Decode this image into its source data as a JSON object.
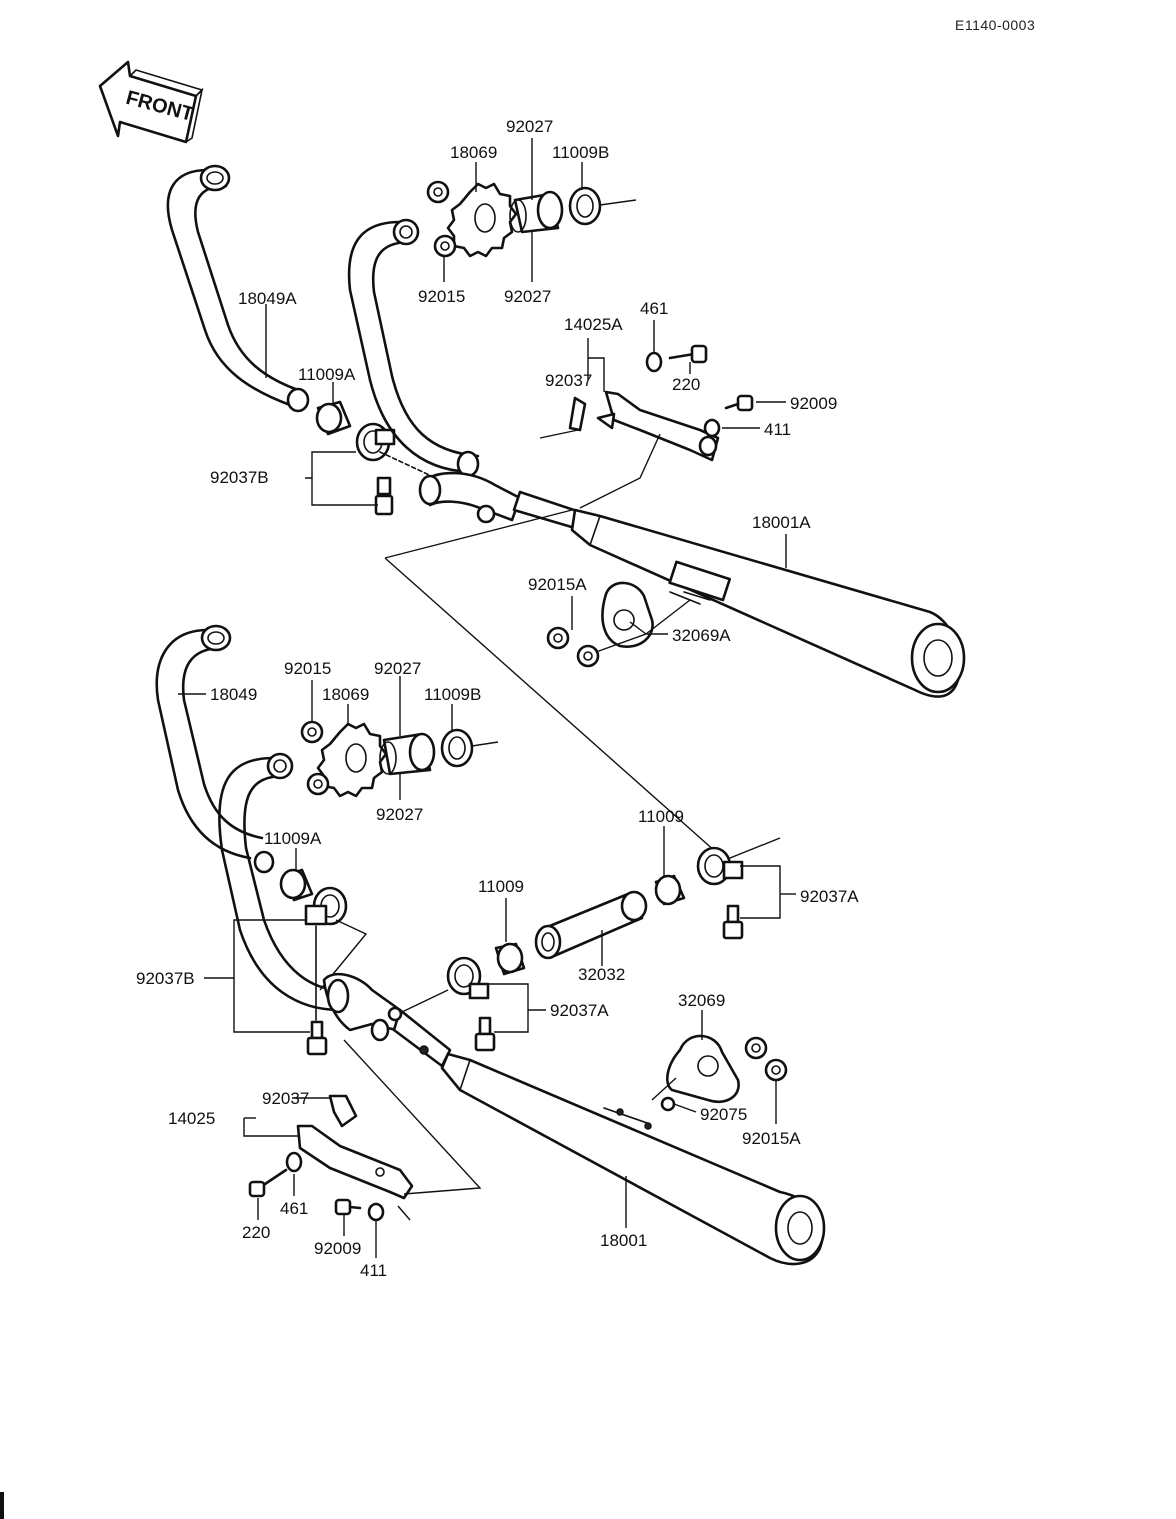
{
  "diagram_code": "E1140-0003",
  "front_arrow": "FRONT",
  "labels": {
    "p18049A": "18049A",
    "p11009A_top": "11009A",
    "p92037B_top": "92037B",
    "p18069_top": "18069",
    "p92027_top_a": "92027",
    "p92027_top_b": "92027",
    "p11009B_top": "11009B",
    "p92015_top": "92015",
    "p14025A": "14025A",
    "p461_top": "461",
    "p92037_top": "92037",
    "p220_top": "220",
    "p92009_top": "92009",
    "p411_top": "411",
    "p18001A": "18001A",
    "p92015A_top": "92015A",
    "p32069A": "32069A",
    "p18049": "18049",
    "p92015_bot": "92015",
    "p18069_bot": "18069",
    "p92027_bot_a": "92027",
    "p11009B_bot": "11009B",
    "p92027_bot_b": "92027",
    "p11009A_bot": "11009A",
    "p11009_right": "11009",
    "p92037A_right": "92037A",
    "p11009_mid": "11009",
    "p32032": "32032",
    "p92037B_bot": "92037B",
    "p92037A_mid": "92037A",
    "p32069": "32069",
    "p92075": "92075",
    "p92015A_bot": "92015A",
    "p14025": "14025",
    "p92037_bot": "92037",
    "p461_bot": "461",
    "p220_bot": "220",
    "p92009_bot": "92009",
    "p411_bot": "411",
    "p18001": "18001"
  }
}
